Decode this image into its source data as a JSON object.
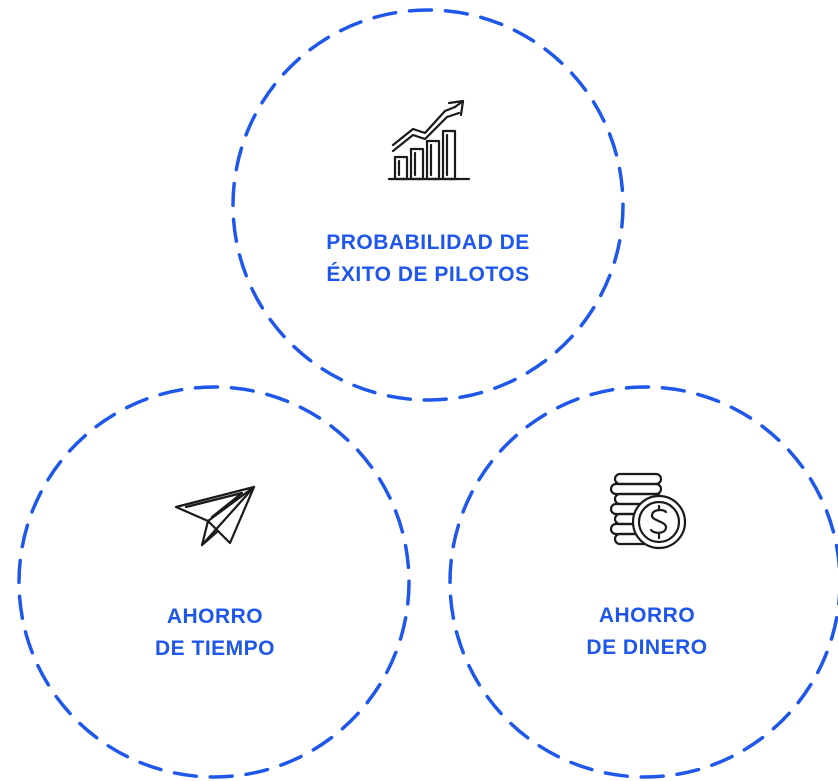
{
  "diagram": {
    "accent_color": "#1f57ea",
    "icon_color": "#1a1a1a",
    "circles": [
      {
        "id": "top",
        "icon": "growth-chart-icon",
        "label_lines": [
          "PROBABILIDAD DE",
          "ÉXITO DE PILOTOS"
        ]
      },
      {
        "id": "left",
        "icon": "paper-plane-icon",
        "label_lines": [
          "AHORRO",
          "DE TIEMPO"
        ]
      },
      {
        "id": "right",
        "icon": "coins-dollar-icon",
        "label_lines": [
          "AHORRO",
          "DE DINERO"
        ]
      }
    ]
  }
}
